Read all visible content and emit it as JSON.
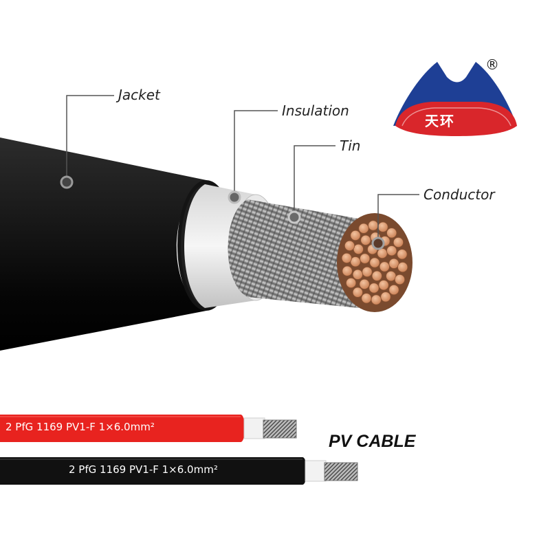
{
  "labels": {
    "jacket": "Jacket",
    "insulation": "Insulation",
    "tin": "Tin",
    "conductor": "Conductor"
  },
  "brand": {
    "name": "天环",
    "registered_mark": "®",
    "color_blue": "#1e3f95",
    "color_red": "#d9262b"
  },
  "cables": {
    "red_print": "2 PfG 1169 PV1-F 1×6.0mm²",
    "black_print": "2 PfG 1169 PV1-F 1×6.0mm²",
    "title": "PV CABLE",
    "color_red": "#e8231f",
    "color_black": "#111111"
  },
  "icons": {
    "logo": "tianhuan-logo-icon"
  }
}
